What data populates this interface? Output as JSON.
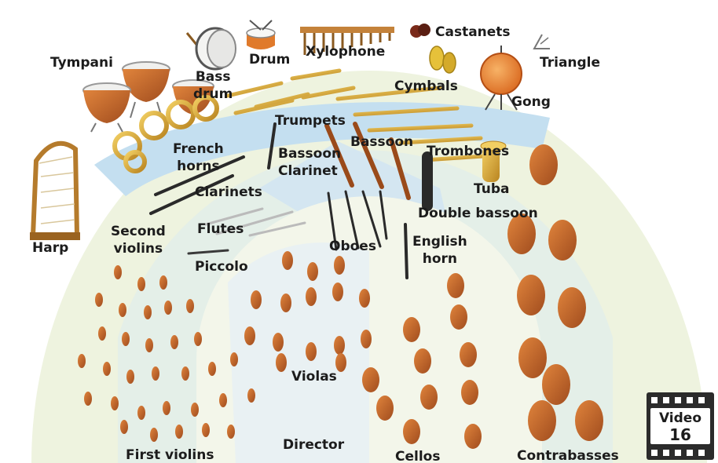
{
  "labels": {
    "tympani": "Tympani",
    "bass_drum": "Bass\ndrum",
    "drum": "Drum",
    "xylophone": "Xylophone",
    "castanets": "Castanets",
    "triangle": "Triangle",
    "cymbals": "Cymbals",
    "gong": "Gong",
    "trumpets": "Trumpets",
    "french_horns": "French\nhorns",
    "bassoon_clarinet": "Bassoon\nClarinet",
    "bassoon": "Bassoon",
    "trombones": "Trombones",
    "tuba": "Tuba",
    "clarinets": "Clarinets",
    "double_bassoon": "Double bassoon",
    "harp": "Harp",
    "second_violins": "Second\nviolins",
    "flutes": "Flutes",
    "oboes": "Oboes",
    "english_horn": "English\nhorn",
    "piccolo": "Piccolo",
    "violas": "Violas",
    "director": "Director",
    "first_violins": "First violins",
    "cellos": "Cellos",
    "contrabasses": "Contrabasses"
  },
  "badge": {
    "word": "Video",
    "number": "16"
  },
  "colors": {
    "zone_light": "#eef3df",
    "zone_blue": "#cfe4f2",
    "string_wood": "#c0652a",
    "brass": "#d6a530",
    "woodwind": "#2a2a2a"
  }
}
